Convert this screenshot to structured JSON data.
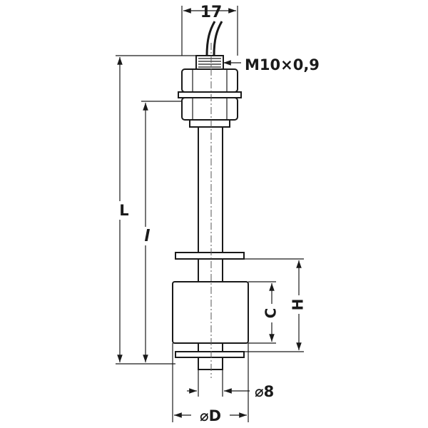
{
  "labels": {
    "top_width": "17",
    "thread": "M10×0,9",
    "total_length": "L",
    "rod_length": "l",
    "height": "H",
    "spacing": "C",
    "rod_diameter": "⌀8",
    "float_diameter": "⌀D"
  }
}
